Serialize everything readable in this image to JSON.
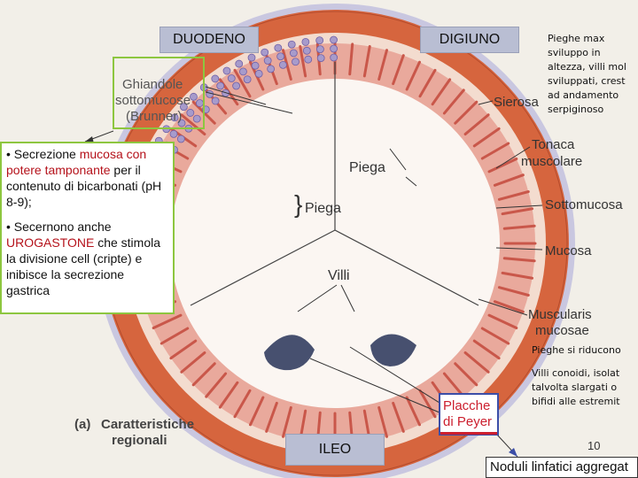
{
  "segments": {
    "duodeno": "DUODENO",
    "digiuno": "DIGIUNO",
    "ileo": "ILEO"
  },
  "brunner_label": [
    "Ghiandole",
    "sottomucose",
    "(Brunner)"
  ],
  "layers": {
    "sierosa": "Sierosa",
    "tonaca": [
      "Tonaca",
      "muscolare"
    ],
    "sottomucosa": "Sottomucosa",
    "mucosa": "Mucosa",
    "muscularis": [
      "Muscularis",
      "mucosae"
    ]
  },
  "inner_labels": {
    "piega_left": "Piega",
    "piega_right": "Piega",
    "villi": "Villi"
  },
  "caption": {
    "prefix": "(a)",
    "line1": "Caratteristiche",
    "line2": "regionali"
  },
  "callout": {
    "p1_a": "• Secrezione ",
    "p1_hl": "mucosa con potere tamponante",
    "p1_b": " per il contenuto di bicarbonati (pH 8-9);",
    "p2_a": "• Secernono anche ",
    "p2_hl": "UROGASTONE",
    "p2_b": " che stimola la divisione cell (cripte) e inibisce la secrezione gastrica"
  },
  "notes": {
    "digiuno": [
      "Pieghe max",
      "sviluppo in",
      "altezza, villi mol",
      "sviluppati, crest",
      "ad andamento",
      "serpiginoso"
    ],
    "ileo_pieghe": "Pieghe si riducono",
    "ileo_villi": [
      "Villi conoidi, isolat",
      "talvolta slargati o",
      "bifidi  alle estremit"
    ]
  },
  "peyer": [
    "Placche",
    "di Peyer"
  ],
  "linfatici": "Noduli linfatici aggregat",
  "page_number": "10",
  "colors": {
    "background": "#f2efe8",
    "serosa": "#c9c7e0",
    "muscle": "#d6653e",
    "submucosa": "#f3dccf",
    "mucosa": "#d9857a",
    "lumen": "#fbf6f2",
    "brunner": "#a79bcb",
    "peyer": "#47506f",
    "callout_border": "#8dc63f",
    "highlight": "#b5121b"
  }
}
